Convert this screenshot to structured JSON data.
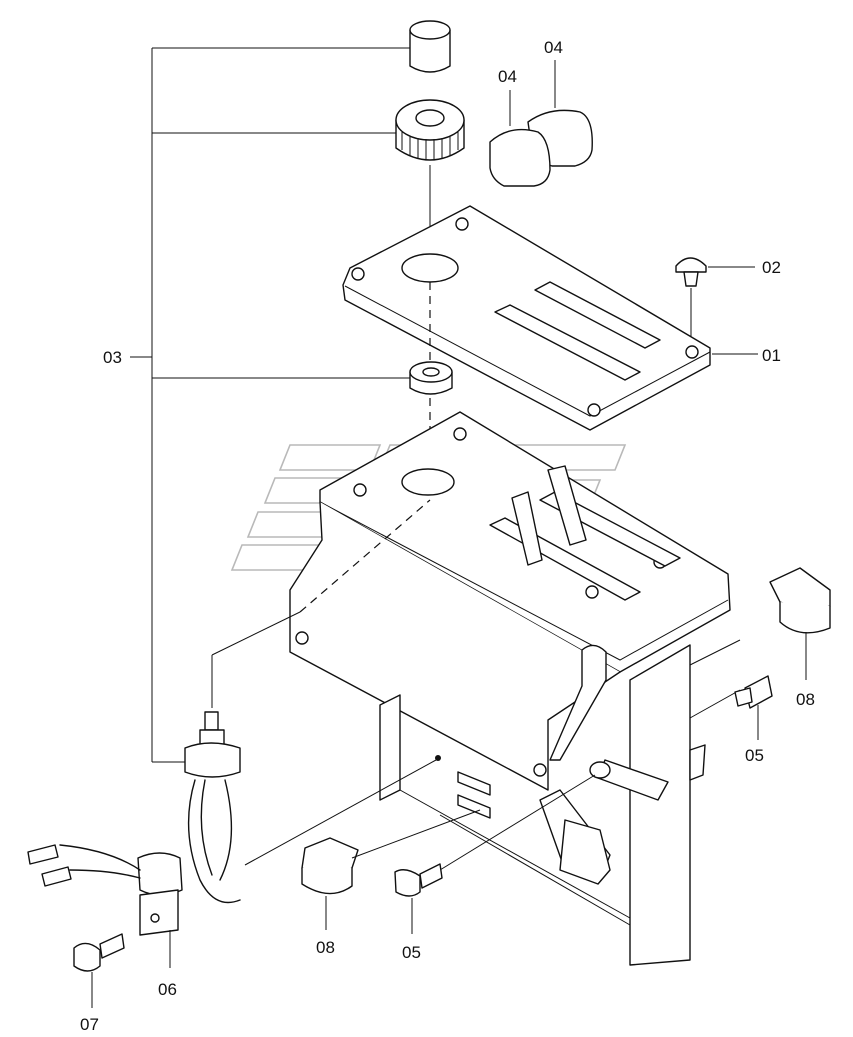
{
  "callouts": {
    "c01": "01",
    "c02": "02",
    "c03": "03",
    "c04a": "04",
    "c04b": "04",
    "c05a": "05",
    "c05b": "05",
    "c06": "06",
    "c07": "07",
    "c08a": "08",
    "c08b": "08"
  },
  "colors": {
    "line": "#111111",
    "background": "#ffffff",
    "watermark": "#b9b9b9"
  }
}
